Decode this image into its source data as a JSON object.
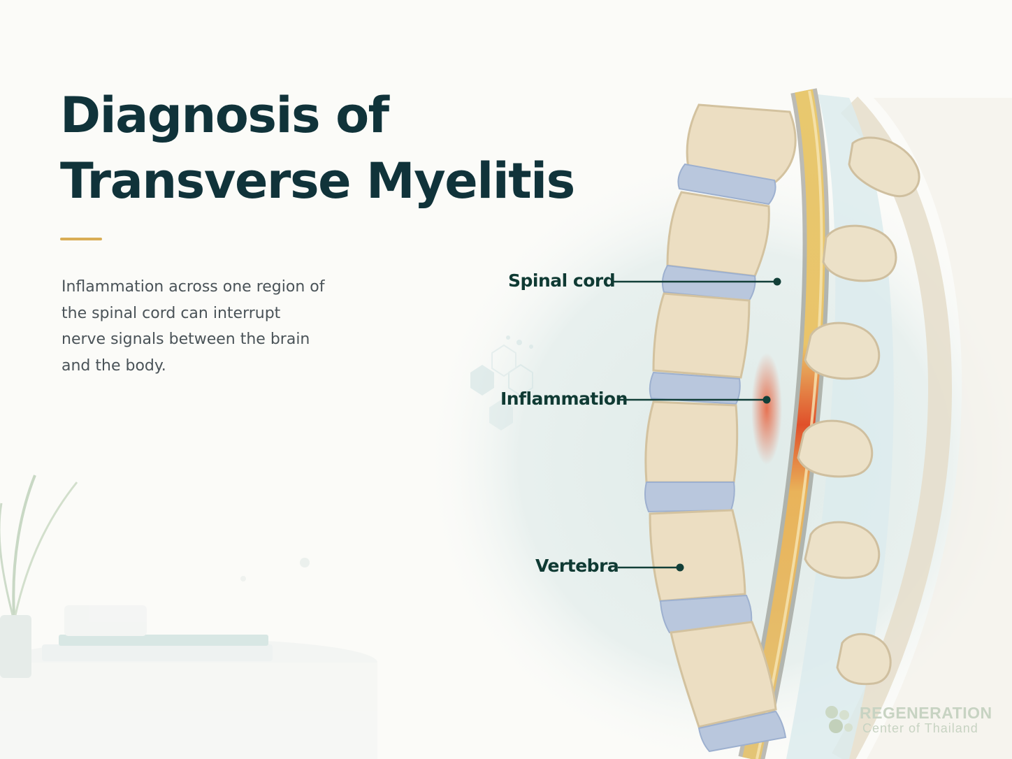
{
  "title": {
    "line1": "Diagnosis of",
    "line2": "Transverse Myelitis"
  },
  "description": "Inflammation across one region of the spinal cord can interrupt nerve signals between the brain and the body.",
  "labels": {
    "spinal_cord": "Spinal cord",
    "inflammation": "Inflammation",
    "vertebra": "Vertebra"
  },
  "watermark": {
    "name": "REGENERATION",
    "tagline": "Center of Thailand"
  },
  "colors": {
    "title": "#10333a",
    "accent": "#d9ad55",
    "body_text": "#4a5358",
    "label_text": "#0f3a33",
    "leader_line": "#123f38",
    "inflammation": "#e0502a",
    "spinal_cord": "#e8c86f",
    "vertebra": "#e9dcc2",
    "disc": "#b9c7dd"
  }
}
